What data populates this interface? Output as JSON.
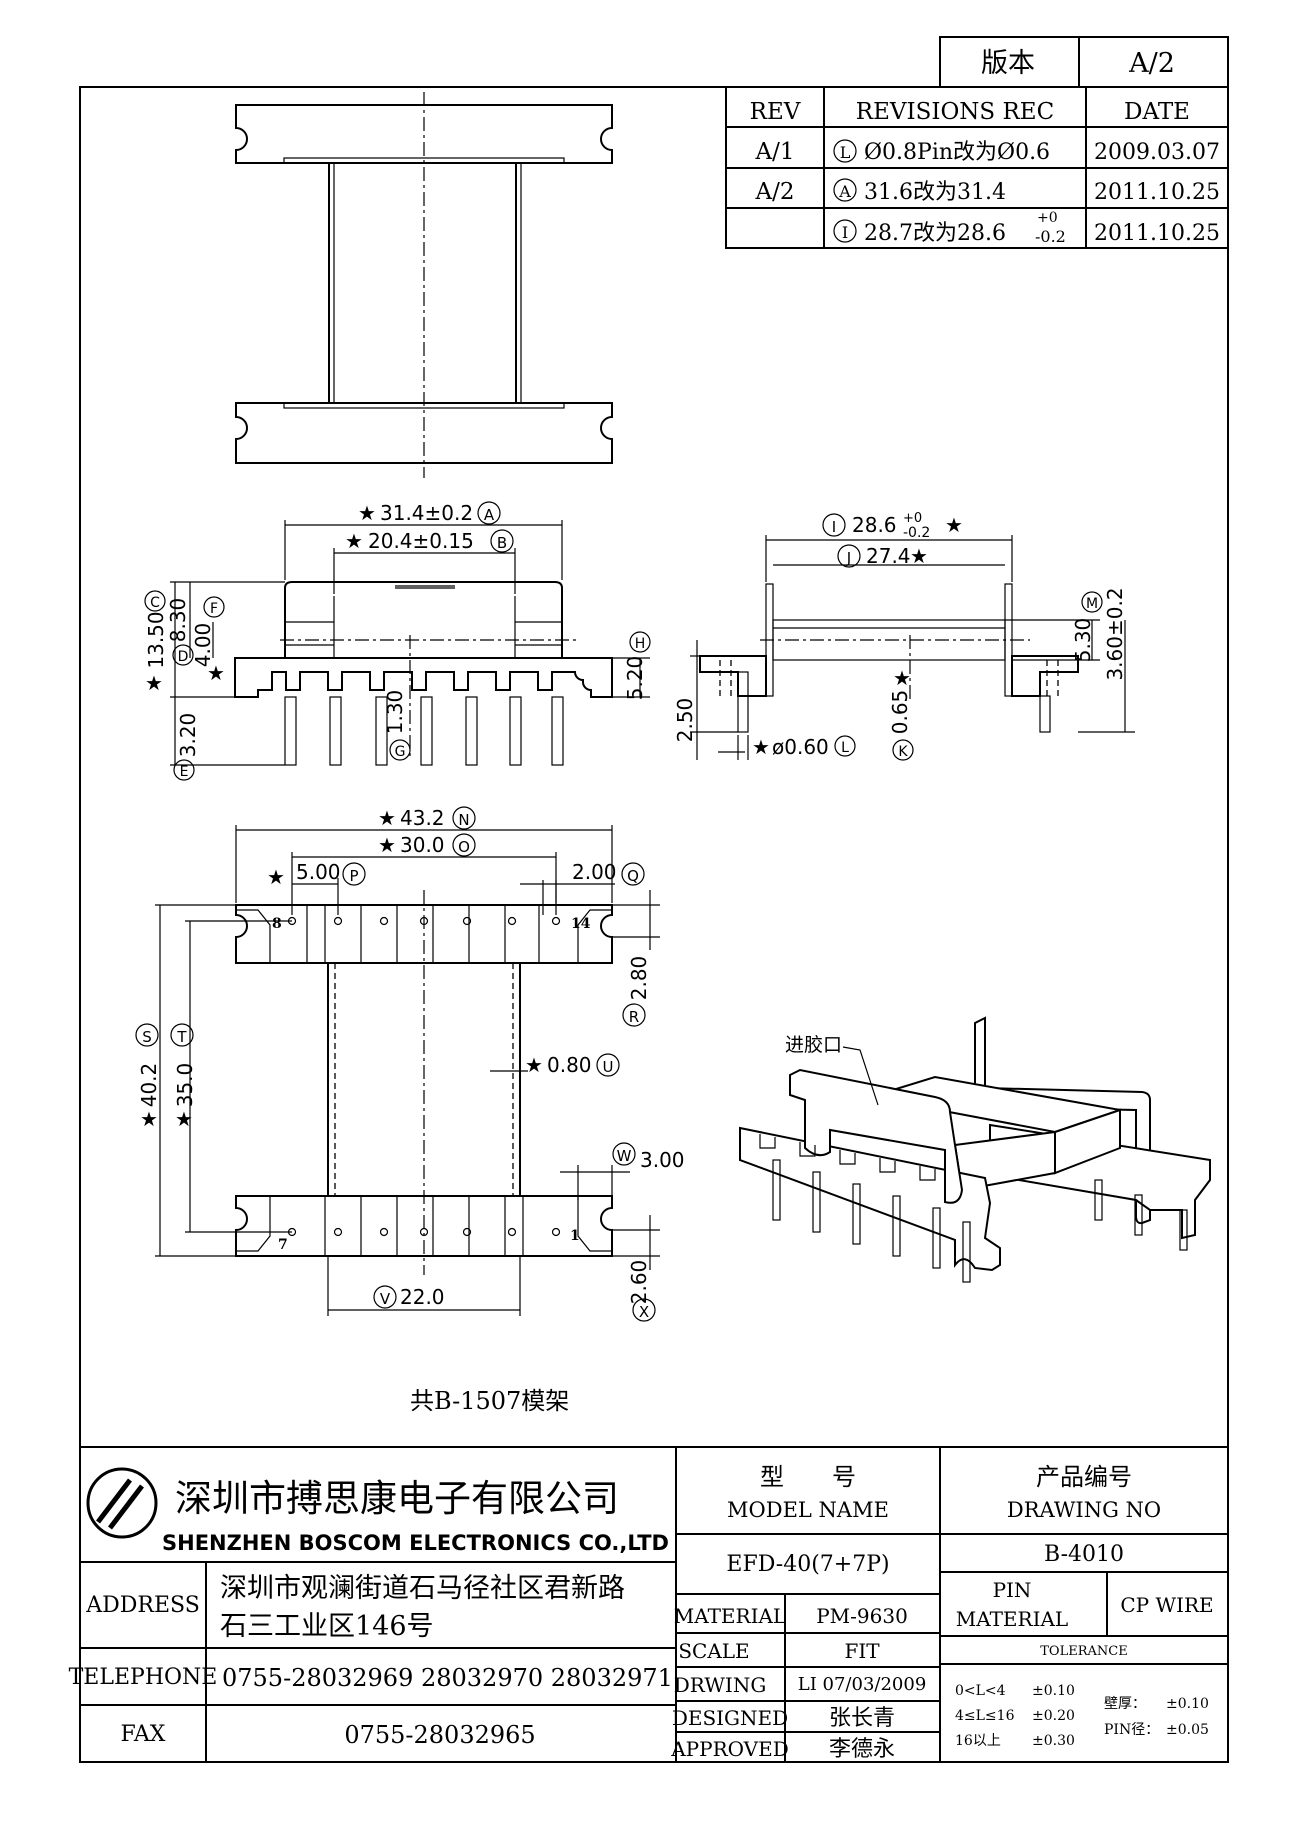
{
  "version_box": {
    "label": "版本",
    "value": "A/2"
  },
  "revisions": {
    "headers": [
      "REV",
      "REVISIONS REC",
      "DATE"
    ],
    "rows": [
      {
        "rev": "A/1",
        "tag": "L",
        "text": "Ø0.8Pin改为Ø0.6",
        "date": "2009.03.07"
      },
      {
        "rev": "A/2",
        "tag": "A",
        "text": "31.6改为31.4",
        "date": "2011.10.25"
      },
      {
        "rev": "",
        "tag": "I",
        "text": "28.7改为28.6",
        "tol_upper": "+0",
        "tol_lower": "-0.2",
        "date": "2011.10.25"
      }
    ]
  },
  "dims": {
    "A": "31.4±0.2",
    "B": "20.4±0.15",
    "C": "13.50",
    "F": "8.30",
    "D": "4.00",
    "H": "5.20",
    "E": "3.20",
    "G": "1.30",
    "I": "28.6",
    "I_up": "+0",
    "I_lo": "-0.2",
    "J": "27.4",
    "M": "5.30",
    "side": "3.60±0.2",
    "K": "0.65",
    "pin": "ø0.60",
    "left_h": "2.50",
    "N": "43.2",
    "O": "30.0",
    "P": "5.00",
    "Q": "2.00",
    "R": "2.80",
    "S": "40.2",
    "T": "35.0",
    "U": "0.80",
    "W": "3.00",
    "X": "2.60",
    "V": "22.0",
    "pin_labels": [
      "8",
      "14",
      "7",
      "1"
    ],
    "star": "★"
  },
  "iso_label": "进胶口",
  "mold_note": "共B-1507模架",
  "company": {
    "name_cn": "深圳市搏思康电子有限公司",
    "name_en": "SHENZHEN BOSCOM ELECTRONICS CO.,LTD",
    "address_label": "ADDRESS",
    "address_line1": "深圳市观澜街道石马径社区君新路",
    "address_line2": "石三工业区146号",
    "telephone_label": "TELEPHONE",
    "telephone": "0755-28032969 28032970 28032971",
    "fax_label": "FAX",
    "fax": "0755-28032965"
  },
  "title_block": {
    "model_cn": "型　　号",
    "model_en": "MODEL NAME",
    "model_value": "EFD-40(7+7P)",
    "drawing_cn": "产品编号",
    "drawing_en": "DRAWING NO",
    "drawing_value": "B-4010",
    "material_label": "MATERIAL",
    "material_value": "PM-9630",
    "scale_label": "SCALE",
    "scale_value": "FIT",
    "drwing_label": "DRWING",
    "drwing_value": "LI  07/03/2009",
    "designed_label": "DESIGNED",
    "designed_value": "张长青",
    "approved_label": "APPROVED",
    "approved_value": "李德永",
    "pin_material_l1": "PIN",
    "pin_material_l2": "MATERIAL",
    "pin_material_value": "CP WIRE",
    "tolerance_label": "TOLERANCE",
    "tol_rows": [
      {
        "range": "0<L<4",
        "value": "±0.10"
      },
      {
        "range": "4≤L≤16",
        "value": "±0.20"
      },
      {
        "range": "16以上",
        "value": "±0.30"
      }
    ],
    "wall_label": "壁厚：",
    "wall_value": "±0.10",
    "pin_dia_label": "PIN径：",
    "pin_dia_value": "±0.05"
  }
}
